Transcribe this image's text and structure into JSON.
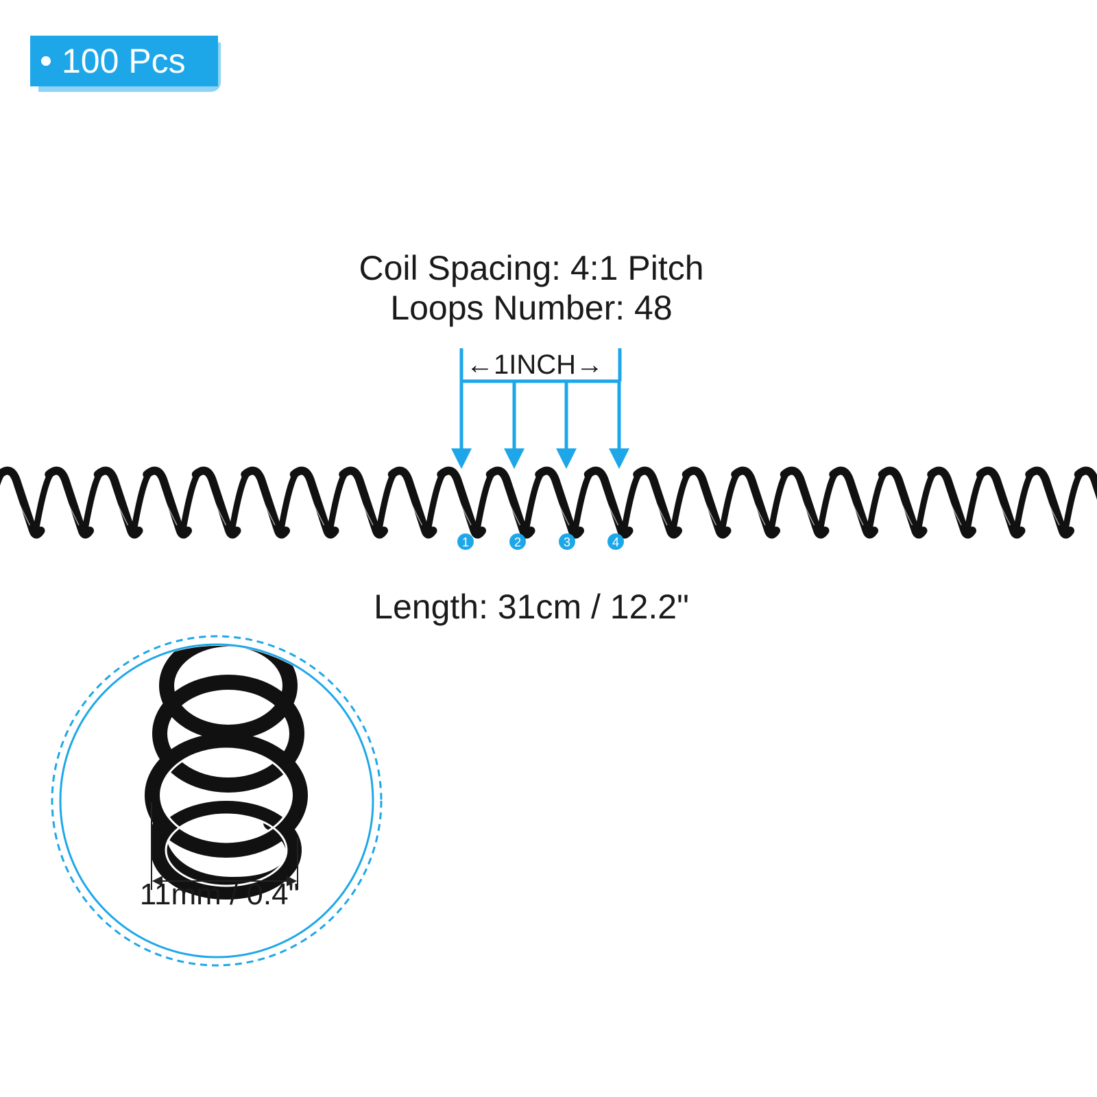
{
  "badge": {
    "text": "100 Pcs",
    "color": "#1ea7e8"
  },
  "specs": {
    "coil_spacing": "Coil Spacing: 4:1 Pitch",
    "loops_number": "Loops Number: 48",
    "length": "Length: 31cm / 12.2\"",
    "diameter": "11mm / 0.4\"",
    "inch_marker": "←1INCH→"
  },
  "markers": [
    "1",
    "2",
    "3",
    "4"
  ],
  "colors": {
    "accent": "#1ea7e8",
    "coil": "#111111"
  }
}
